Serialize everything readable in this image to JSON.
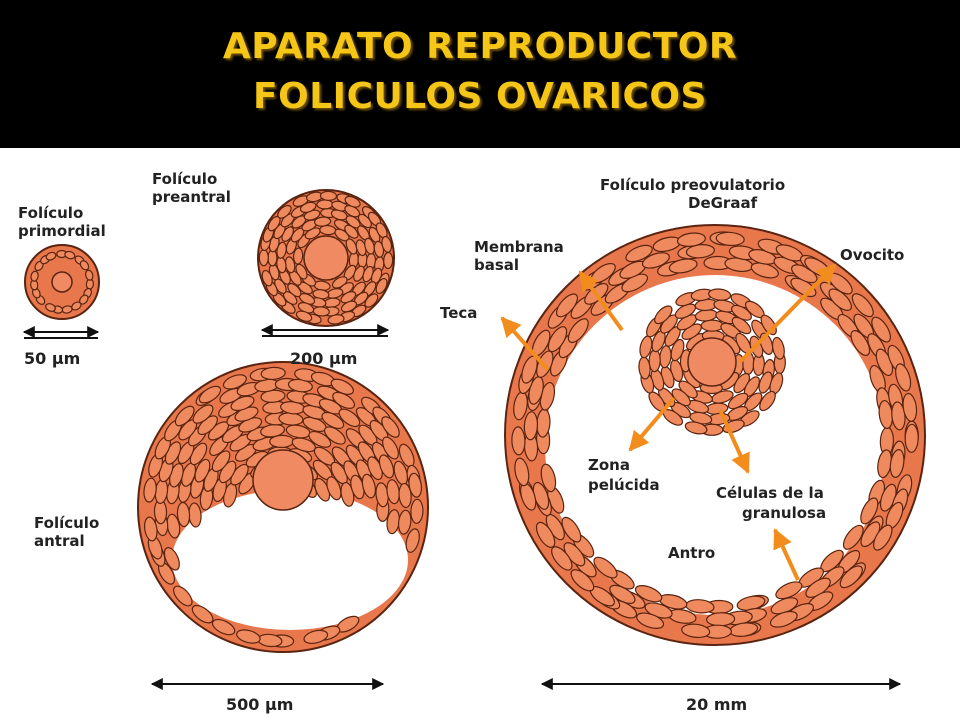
{
  "title": {
    "line1": "APARATO REPRODUCTOR",
    "line2": "FOLICULOS OVARICOS"
  },
  "colors": {
    "title": "#f5c518",
    "header_bg": "#000000",
    "cell_fill": "#ef8a5e",
    "cell_stroke": "#5a2410",
    "arrow": "#f28c1c"
  },
  "labels": {
    "primordial_1": "Folículo",
    "primordial_2": "primordial",
    "preantral_1": "Folículo",
    "preantral_2": "preantral",
    "antral_1": "Folículo",
    "antral_2": "antral",
    "degraaf_1": "Folículo preovulatorio",
    "degraaf_2": "DeGraaf",
    "membrana_1": "Membrana",
    "membrana_2": "basal",
    "ovocito": "Ovocito",
    "teca": "Teca",
    "zona_1": "Zona",
    "zona_2": "pelúcida",
    "celulas_1": "Células de la",
    "celulas_2": "granulosa",
    "antro": "Antro"
  },
  "scales": {
    "primordial": "50 µm",
    "preantral": "200 µm",
    "antral": "500 µm",
    "degraaf": "20 mm"
  }
}
